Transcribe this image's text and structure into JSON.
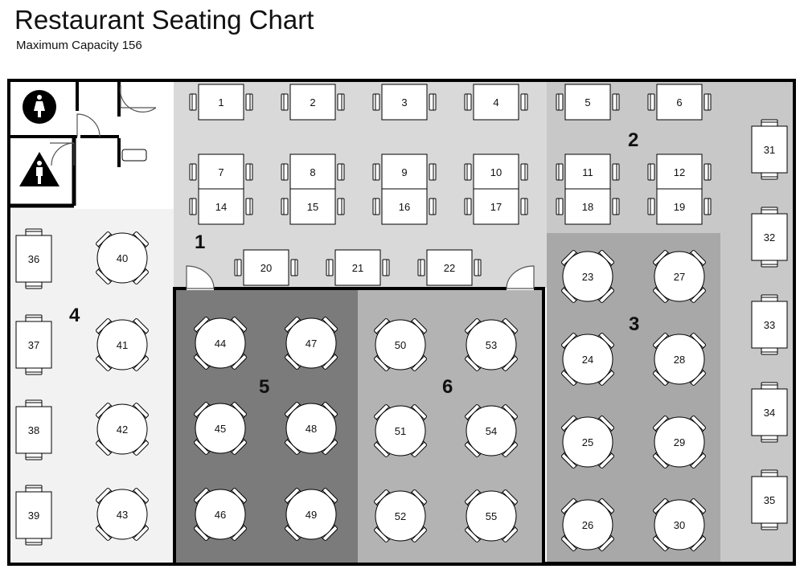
{
  "title": "Restaurant Seating Chart",
  "subtitle": "Maximum Capacity 156",
  "zones": [
    {
      "id": "1",
      "fill": "#d9d9d9"
    },
    {
      "id": "2",
      "fill": "#c8c8c8"
    },
    {
      "id": "3",
      "fill": "#a8a8a8"
    },
    {
      "id": "4",
      "fill": "#f2f2f2"
    },
    {
      "id": "5",
      "fill": "#7b7b7b"
    },
    {
      "id": "6",
      "fill": "#b3b3b3"
    }
  ],
  "tables": {
    "square_row_1": [
      "1",
      "2",
      "3",
      "4",
      "5",
      "6"
    ],
    "square_row_2": [
      "7",
      "8",
      "9",
      "10",
      "11",
      "12"
    ],
    "square_row_3": [
      "14",
      "15",
      "16",
      "17",
      "18",
      "19"
    ],
    "square_row_4": [
      "20",
      "21",
      "22"
    ],
    "right_wall": [
      "31",
      "32",
      "33",
      "34",
      "35"
    ],
    "left_wall": [
      "36",
      "37",
      "38",
      "39"
    ],
    "round_zone_4": [
      "40",
      "41",
      "42",
      "43"
    ],
    "round_zone_3_left": [
      "23",
      "24",
      "25",
      "26"
    ],
    "round_zone_3_right": [
      "27",
      "28",
      "29",
      "30"
    ],
    "round_zone_5_left": [
      "44",
      "45",
      "46"
    ],
    "round_zone_5_right": [
      "47",
      "48",
      "49"
    ],
    "round_zone_6_left": [
      "50",
      "51",
      "52"
    ],
    "round_zone_6_right": [
      "53",
      "54",
      "55"
    ]
  },
  "icons": {
    "restroom_women": "woman-restroom-icon",
    "restroom_men": "man-restroom-icon"
  }
}
